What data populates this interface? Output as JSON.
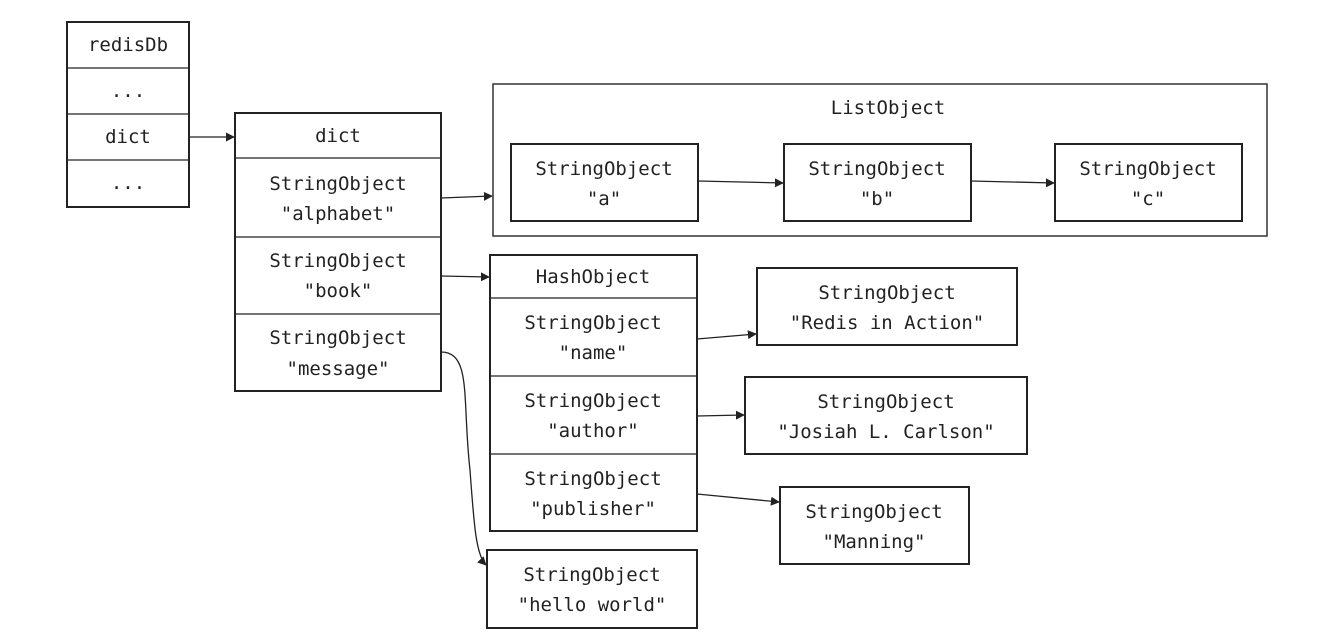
{
  "redisDb": {
    "rows": [
      "redisDb",
      "...",
      "dict",
      "..."
    ]
  },
  "dict": {
    "rows": [
      [
        "dict"
      ],
      [
        "StringObject",
        "\"alphabet\""
      ],
      [
        "StringObject",
        "\"book\""
      ],
      [
        "StringObject",
        "\"message\""
      ]
    ]
  },
  "list_object": {
    "title": "ListObject",
    "items": [
      [
        "StringObject",
        "\"a\""
      ],
      [
        "StringObject",
        "\"b\""
      ],
      [
        "StringObject",
        "\"c\""
      ]
    ]
  },
  "hash_object": {
    "rows": [
      [
        "HashObject"
      ],
      [
        "StringObject",
        "\"name\""
      ],
      [
        "StringObject",
        "\"author\""
      ],
      [
        "StringObject",
        "\"publisher\""
      ]
    ]
  },
  "hash_values": [
    [
      "StringObject",
      "\"Redis in Action\""
    ],
    [
      "StringObject",
      "\"Josiah L. Carlson\""
    ],
    [
      "StringObject",
      "\"Manning\""
    ]
  ],
  "message_value": [
    "StringObject",
    "\"hello world\""
  ],
  "colors": {
    "stroke": "#222222",
    "text": "#222222",
    "background": "#ffffff"
  }
}
